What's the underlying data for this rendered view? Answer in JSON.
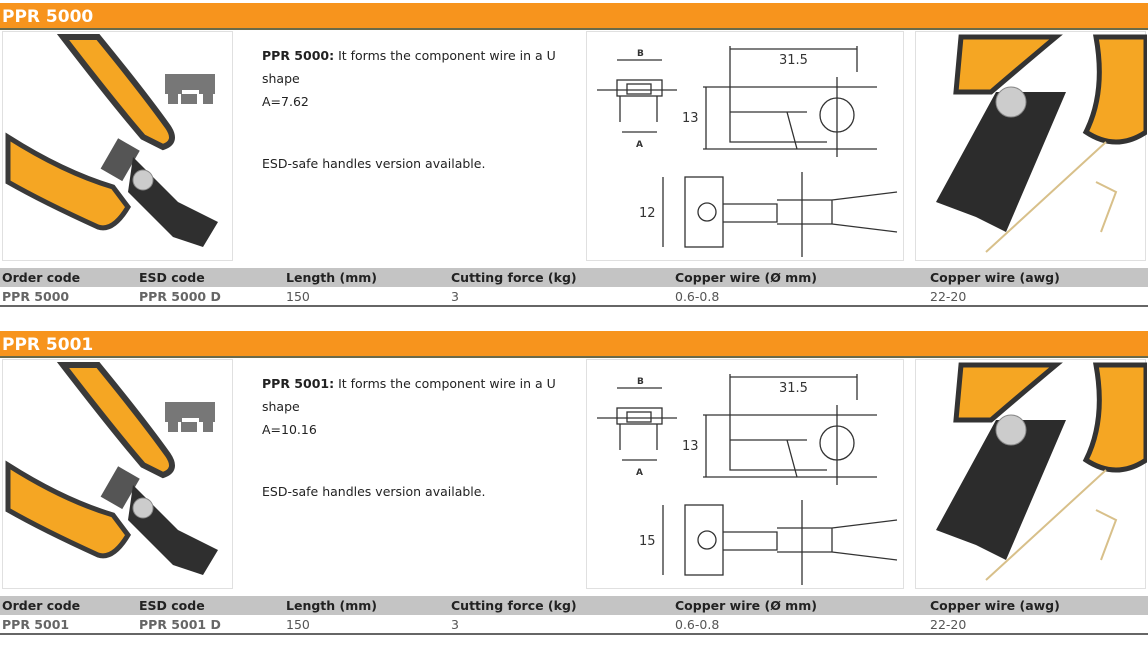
{
  "colors": {
    "accent": "#f7941d",
    "header_gray": "#c4c4c4"
  },
  "columns": [
    "Order code",
    "ESD code",
    "Length (mm)",
    "Cutting force (kg)",
    "Copper wire (Ø mm)",
    "Copper wire (awg)"
  ],
  "products": [
    {
      "title": "PPR 5000",
      "desc_bold": "PPR 5000:",
      "desc": " It forms the component wire in a U shape",
      "a_value": "A=7.62",
      "esd": "ESD-safe handles version available.",
      "dims": {
        "b": "B",
        "a": "A",
        "length": "31.5",
        "height": "13",
        "width": "12"
      },
      "row": [
        "PPR 5000",
        "PPR 5000 D",
        "150",
        "3",
        "0.6-0.8",
        "22-20"
      ]
    },
    {
      "title": "PPR 5001",
      "desc_bold": "PPR 5001:",
      "desc": " It forms the component wire in a U shape",
      "a_value": "A=10.16",
      "esd": "ESD-safe handles version available.",
      "dims": {
        "b": "B",
        "a": "A",
        "length": "31.5",
        "height": "13",
        "width": "15"
      },
      "row": [
        "PPR 5001",
        "PPR 5001 D",
        "150",
        "3",
        "0.6-0.8",
        "22-20"
      ]
    }
  ]
}
